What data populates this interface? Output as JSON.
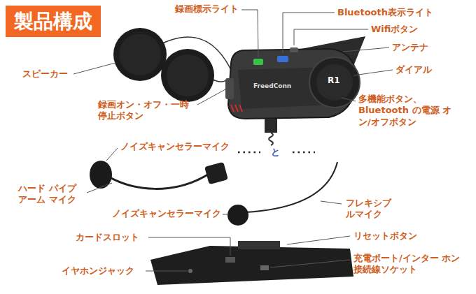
{
  "diagram": {
    "title": "製品構成",
    "labels": [
      "録画標示ライト",
      "Bluetooth表示ライト",
      "Wifiボタン",
      "アンテナ",
      "ダイアル",
      "多機能ボタン、 Bluetooth の電源 オン/オフボタン",
      "スピーカー",
      "録画オン・オフ・一時 停止ボタン",
      "R1",
      "FreedConn",
      "ノイズキャンセラーマイク",
      "と",
      "ハード パイプ アーム マイク",
      "ノイズキャンセラーマイク",
      "フレキシブ ルマイク",
      "リセットボタン",
      "カードスロット",
      "イヤホンジャック",
      "充電ポート/インター ホン接続線ソケット"
    ]
  }
}
